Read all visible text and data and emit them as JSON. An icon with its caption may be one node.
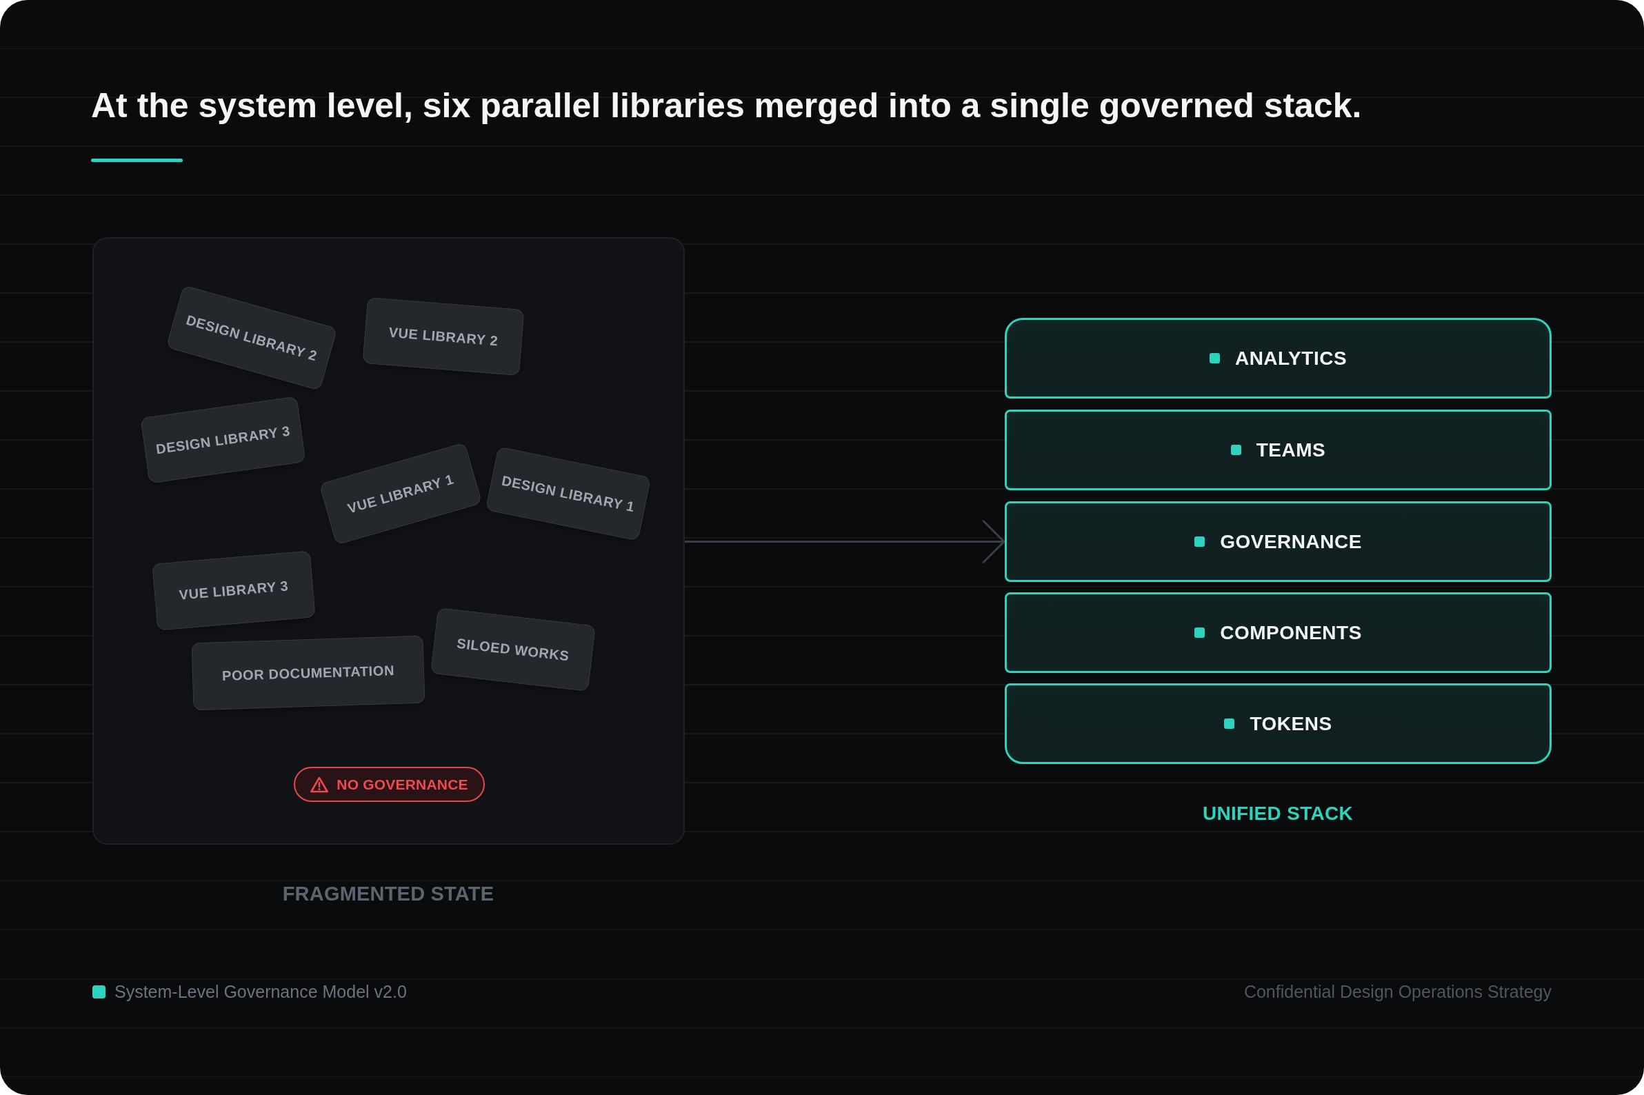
{
  "diagram": {
    "title": "At the system level, six parallel libraries merged into a single governed stack.",
    "nodes": [
      {
        "text": [],
        "shape": "box",
        "beside": [
          "FRAGMENTED STATE"
        ]
      },
      {
        "text": [
          "DESIGN LIBRARY 2"
        ],
        "in": 0
      },
      {
        "text": [
          "VUE LIBRARY 2"
        ],
        "in": 0
      },
      {
        "text": [
          "DESIGN LIBRARY 3"
        ],
        "in": 0
      },
      {
        "text": [
          "VUE LIBRARY 1"
        ],
        "in": 0
      },
      {
        "text": [
          "DESIGN LIBRARY 1"
        ],
        "in": 0
      },
      {
        "text": [
          "VUE LIBRARY 3"
        ],
        "in": 0
      },
      {
        "text": [
          "POOR DOCUMENTATION"
        ],
        "in": 0
      },
      {
        "text": [
          "SILOED WORKS"
        ],
        "in": 0
      },
      {
        "text": [
          "NO GOVERNANCE"
        ],
        "in": 0
      },
      {
        "text": [
          "ANALYTICS"
        ]
      },
      {
        "text": [
          "TEAMS"
        ]
      },
      {
        "text": [
          "GOVERNANCE"
        ]
      },
      {
        "text": [
          "COMPONENTS"
        ]
      },
      {
        "text": [
          "TOKENS"
        ]
      }
    ],
    "edges": [
      {
        "from": 0,
        "to": 12,
        "arrow": "to"
      }
    ],
    "labels": [
      "UNIFIED STACK",
      "System-Level Governance Model v2.0",
      "Confidential Design Operations Strategy"
    ]
  }
}
